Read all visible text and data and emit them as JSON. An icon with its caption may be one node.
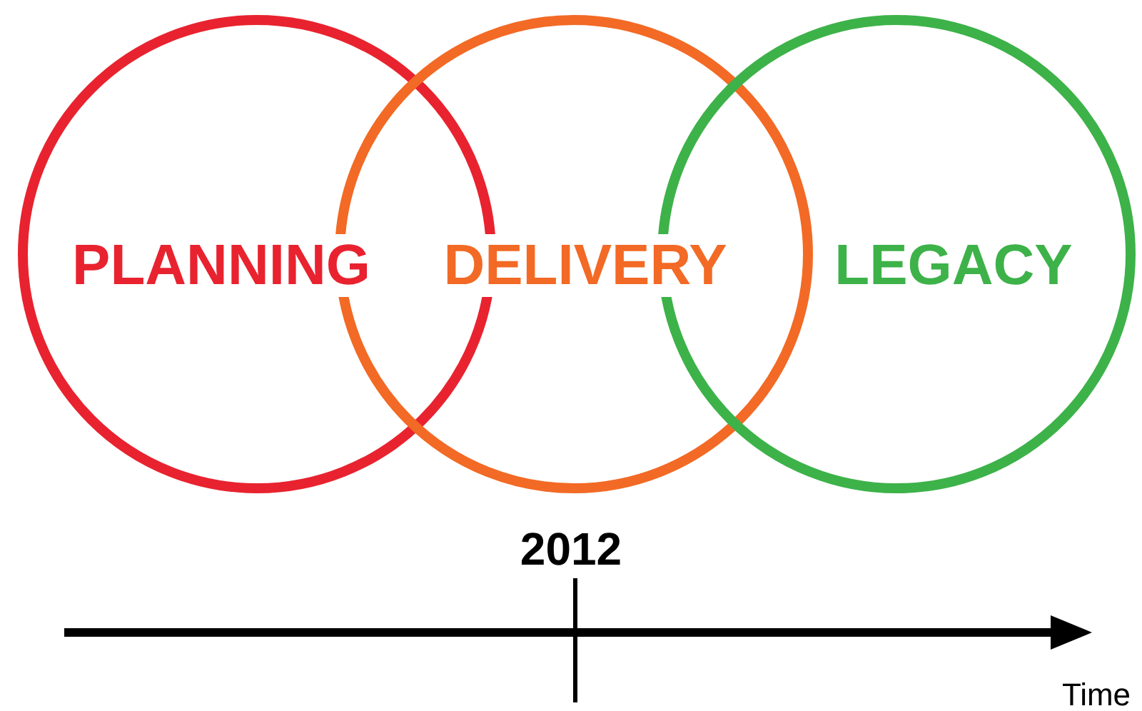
{
  "diagram": {
    "nodes": [
      {
        "text": [
          "PLANNING"
        ]
      },
      {
        "text": [
          "DELIVERY"
        ]
      },
      {
        "text": [
          "LEGACY"
        ]
      }
    ],
    "edges": [],
    "labels": [
      "2012",
      "Time"
    ]
  }
}
